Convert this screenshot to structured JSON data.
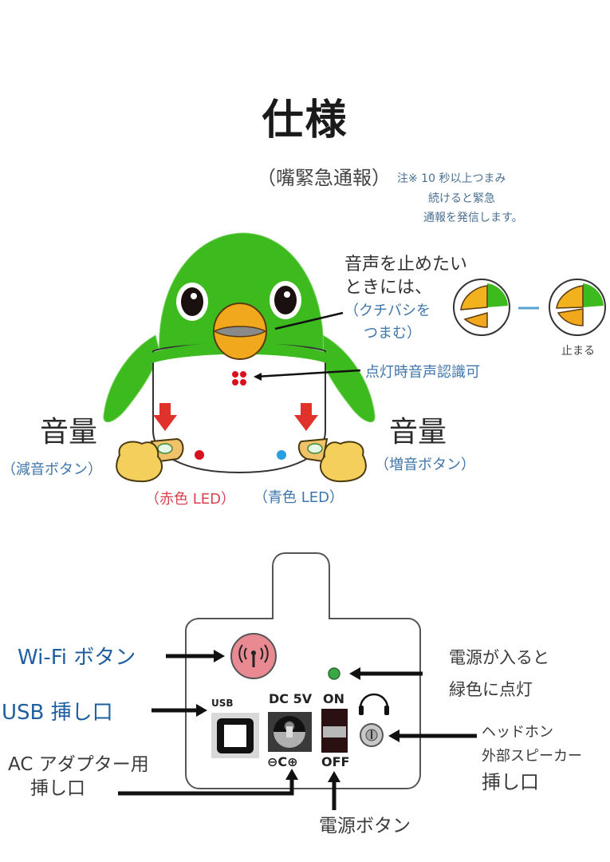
{
  "title": "仕様",
  "emergency": {
    "label": "（嘴緊急通報）",
    "note_lines": [
      "注※ 10 秒以上つまみ",
      "続けると緊急",
      "通報を発信します。"
    ]
  },
  "beak_callout": {
    "lines": [
      "音声を止めたい",
      "ときには、"
    ],
    "sub_lines": [
      "（クチバシを",
      "つまむ）"
    ],
    "after_label": "止まる"
  },
  "voice_recognition_label": "点灯時音声認識可",
  "volume_left": {
    "title": "音量",
    "sub": "（減音ボタン）"
  },
  "volume_right": {
    "title": "音量",
    "sub": "（増音ボタン）"
  },
  "led_red_label": "（赤色 LED）",
  "led_blue_label": "（青色 LED）",
  "back_panel": {
    "wifi_label": "Wi-Fi ボタン",
    "usb_label": "USB 挿し口",
    "ac_label_lines": [
      "AC アダプター用",
      "挿し口"
    ],
    "power_button_label": "電源ボタン",
    "power_led_lines": [
      "電源が入ると",
      "緑色に点灯"
    ],
    "headphone_lines": [
      "ヘッドホン",
      "外部スピーカー",
      "挿し口"
    ],
    "usb_port_text": "USB",
    "dc_text": "DC 5V",
    "switch_on": "ON",
    "switch_off": "OFF",
    "polarity_text": "⊖C⊕"
  },
  "colors": {
    "penguin_green": "#3dbb1e",
    "beak_orange": "#f2a81d",
    "arrow_red": "#e0312b",
    "wifi_pink": "#e98a92",
    "led_green": "#3aa845",
    "led_blue": "#2a9ee0",
    "led_red": "#d8101e",
    "foot_yellow": "#f4cf5c"
  }
}
